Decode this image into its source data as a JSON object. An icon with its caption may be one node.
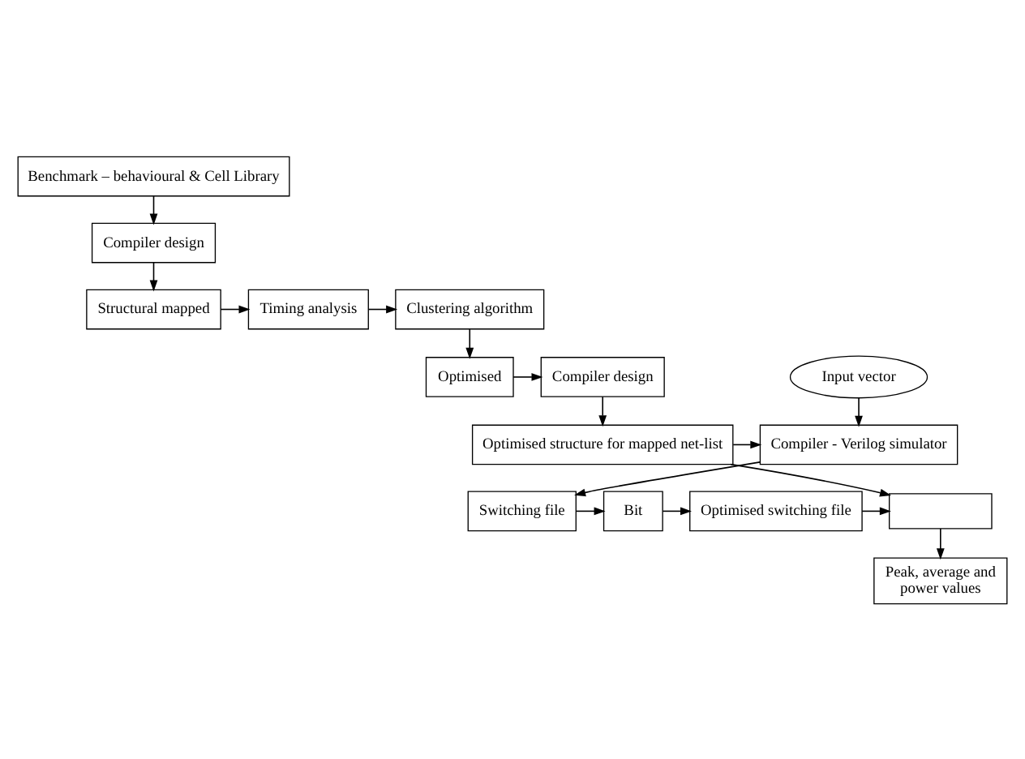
{
  "diagram": {
    "nodes": [
      {
        "text": [
          "Benchmark – behavioural & Cell Library"
        ]
      },
      {
        "text": [
          "Compiler design"
        ]
      },
      {
        "text": [
          "Structural mapped"
        ]
      },
      {
        "text": [
          "Timing analysis"
        ]
      },
      {
        "text": [
          "Clustering algorithm"
        ]
      },
      {
        "text": [
          "Optimised"
        ]
      },
      {
        "text": [
          "Compiler design"
        ]
      },
      {
        "text": [
          "Input vector"
        ]
      },
      {
        "text": [
          "Compiler - Verilog simulator"
        ]
      },
      {
        "text": [
          "Optimised structure for mapped net-list"
        ]
      },
      {
        "text": [
          "Switching file"
        ]
      },
      {
        "text": [
          "Bit"
        ]
      },
      {
        "text": [
          "Optimised switching file"
        ]
      },
      {
        "text": [],
        "shape": "box"
      },
      {
        "text": [
          "Peak, average and power values"
        ]
      }
    ],
    "edges": [
      {
        "from": 0,
        "to": 1,
        "arrow": "to"
      },
      {
        "from": 1,
        "to": 2,
        "arrow": "to"
      },
      {
        "from": 2,
        "to": 3,
        "arrow": "to"
      },
      {
        "from": 3,
        "to": 4,
        "arrow": "to"
      },
      {
        "from": 4,
        "to": 5,
        "arrow": "to"
      },
      {
        "from": 5,
        "to": 6,
        "arrow": "to"
      },
      {
        "from": 6,
        "to": 9,
        "arrow": "to"
      },
      {
        "from": 9,
        "to": 8,
        "arrow": "to"
      },
      {
        "from": 7,
        "to": 8,
        "arrow": "to"
      },
      {
        "from": 8,
        "to": 10,
        "arrow": "to"
      },
      {
        "from": 10,
        "to": 11,
        "arrow": "to"
      },
      {
        "from": 11,
        "to": 12,
        "arrow": "to"
      },
      {
        "from": 12,
        "to": 13,
        "arrow": "to"
      },
      {
        "from": 9,
        "to": 13,
        "arrow": "to"
      },
      {
        "from": 13,
        "to": 14,
        "arrow": "to"
      }
    ]
  }
}
